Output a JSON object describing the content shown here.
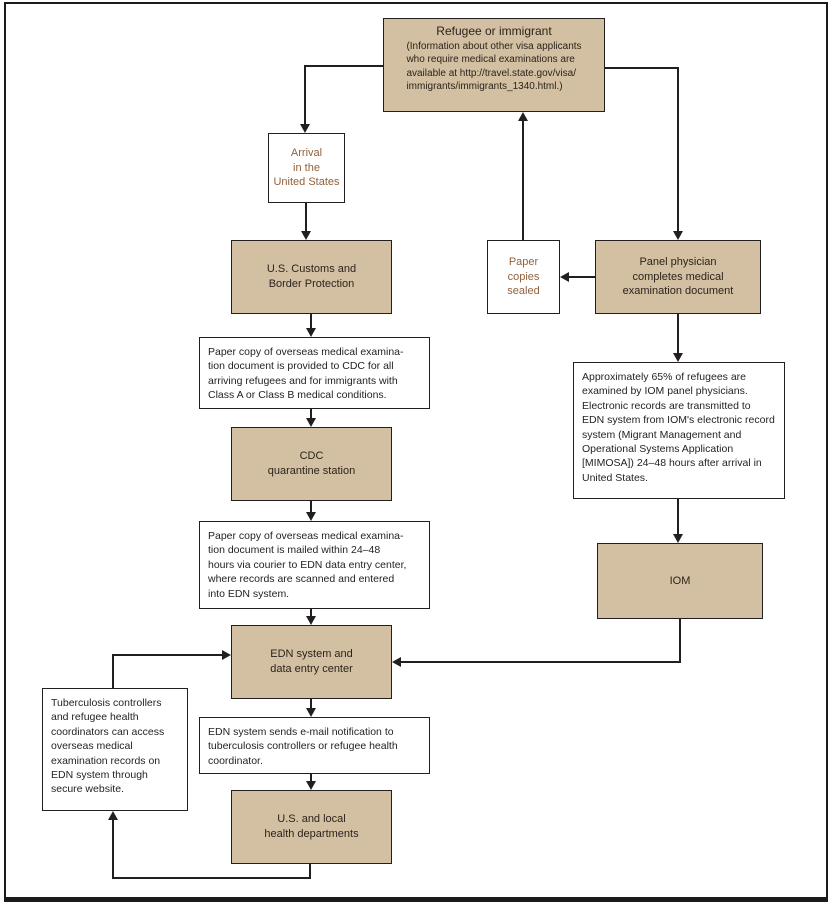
{
  "figure": {
    "colors": {
      "box_fill": "#d3bfa1",
      "line_color": "#231f20",
      "accent_text_color": "#92613c"
    },
    "boxes": {
      "refugee": {
        "title": "Refugee or immigrant",
        "body": "(Information about other visa applicants\nwho require medical examinations are\navailable at http://travel.state.gov/visa/\nimmigrants/immigrants_1340.html.)"
      },
      "arrival": "Arrival\nin the\nUnited States",
      "customs": "U.S. Customs and\nBorder Protection",
      "note_paper_provided": "Paper copy of overseas medical examina-\ntion document is provided to CDC for all\narriving refugees and for immigrants with\nClass A or Class B medical conditions.",
      "cdc_quarantine": "CDC\nquarantine station",
      "note_paper_mailed": "Paper copy of overseas medical examina-\ntion document is mailed within 24–48\nhours via courier to EDN data entry center,\nwhere records are scanned and entered\ninto EDN system.",
      "edn_system": "EDN system and\ndata entry center",
      "note_email": "EDN system sends e-mail notification to\ntuberculosis controllers or refugee health\ncoordinator.",
      "health_departments": "U.S. and local\nhealth departments",
      "tb_controllers": "Tuberculosis controllers\nand refugee health\ncoordinators can access\noverseas medical\nexamination records on\nEDN system through\nsecure website.",
      "paper_copies": "Paper\ncopies\nsealed",
      "panel_physician": "Panel physician\ncompletes medical\nexamination document",
      "note_iom": "Approximately 65% of refugees are\nexamined by IOM panel physicians.\nElectronic records are transmitted to\nEDN system from IOM's electronic record\nsystem (Migrant Management and\nOperational Systems Application\n[MIMOSA]) 24–48 hours after arrival in\nUnited States.",
      "iom": "IOM"
    }
  }
}
